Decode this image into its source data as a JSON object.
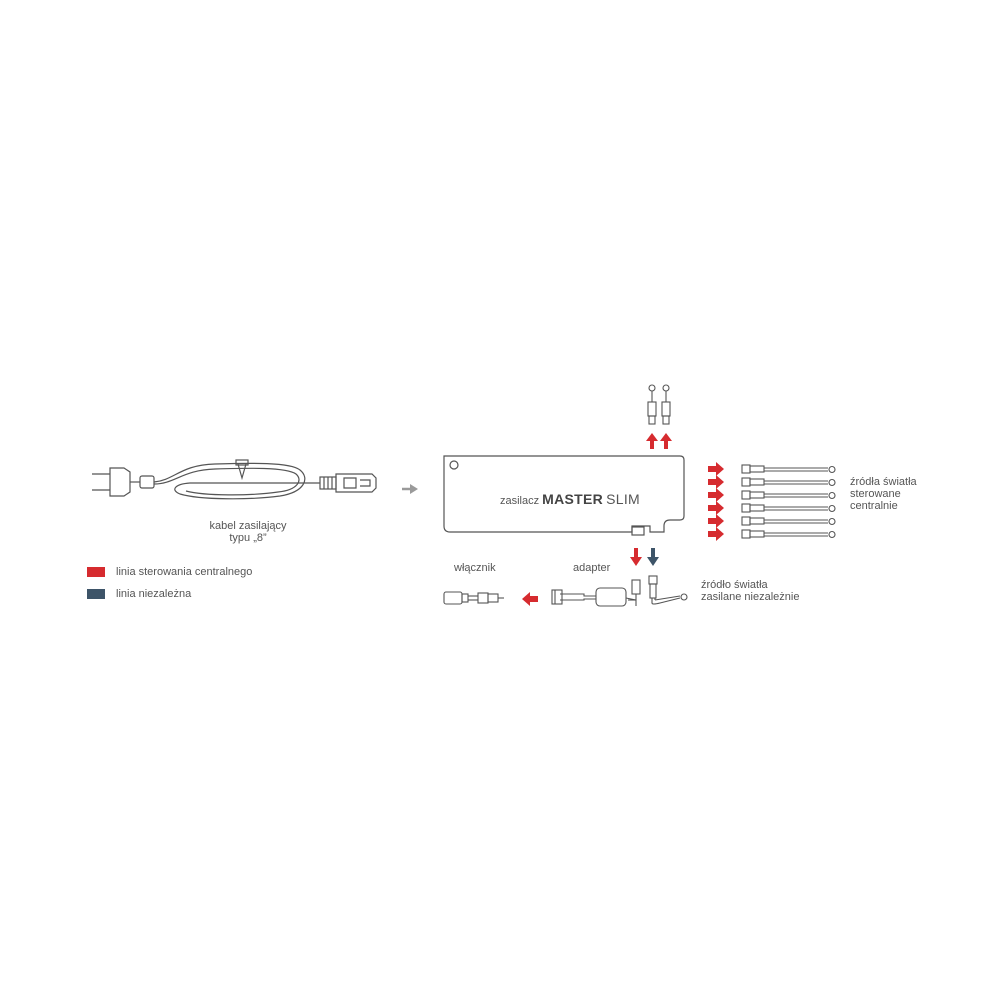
{
  "labels": {
    "cable_line1": "kabel zasilający",
    "cable_line2": "typu „8”",
    "psu_prefix": "zasilacz",
    "psu_bold": "MASTER",
    "psu_suffix": "SLIM",
    "sources_central_line1": "źródła światła",
    "sources_central_line2": "sterowane",
    "sources_central_line3": "centralnie",
    "switch": "włącznik",
    "adapter": "adapter",
    "source_independent_line1": "źródło światła",
    "source_independent_line2": "zasilane niezależnie"
  },
  "legend": [
    {
      "label": "linia sterowania centralnego",
      "color": "#d62b2f"
    },
    {
      "label": "linia niezależna",
      "color": "#3d5468"
    }
  ],
  "colors": {
    "central_line": "#d62b2f",
    "independent_line": "#3d5468",
    "neutral_arrow": "#9a9a9a",
    "outline": "#555555"
  }
}
